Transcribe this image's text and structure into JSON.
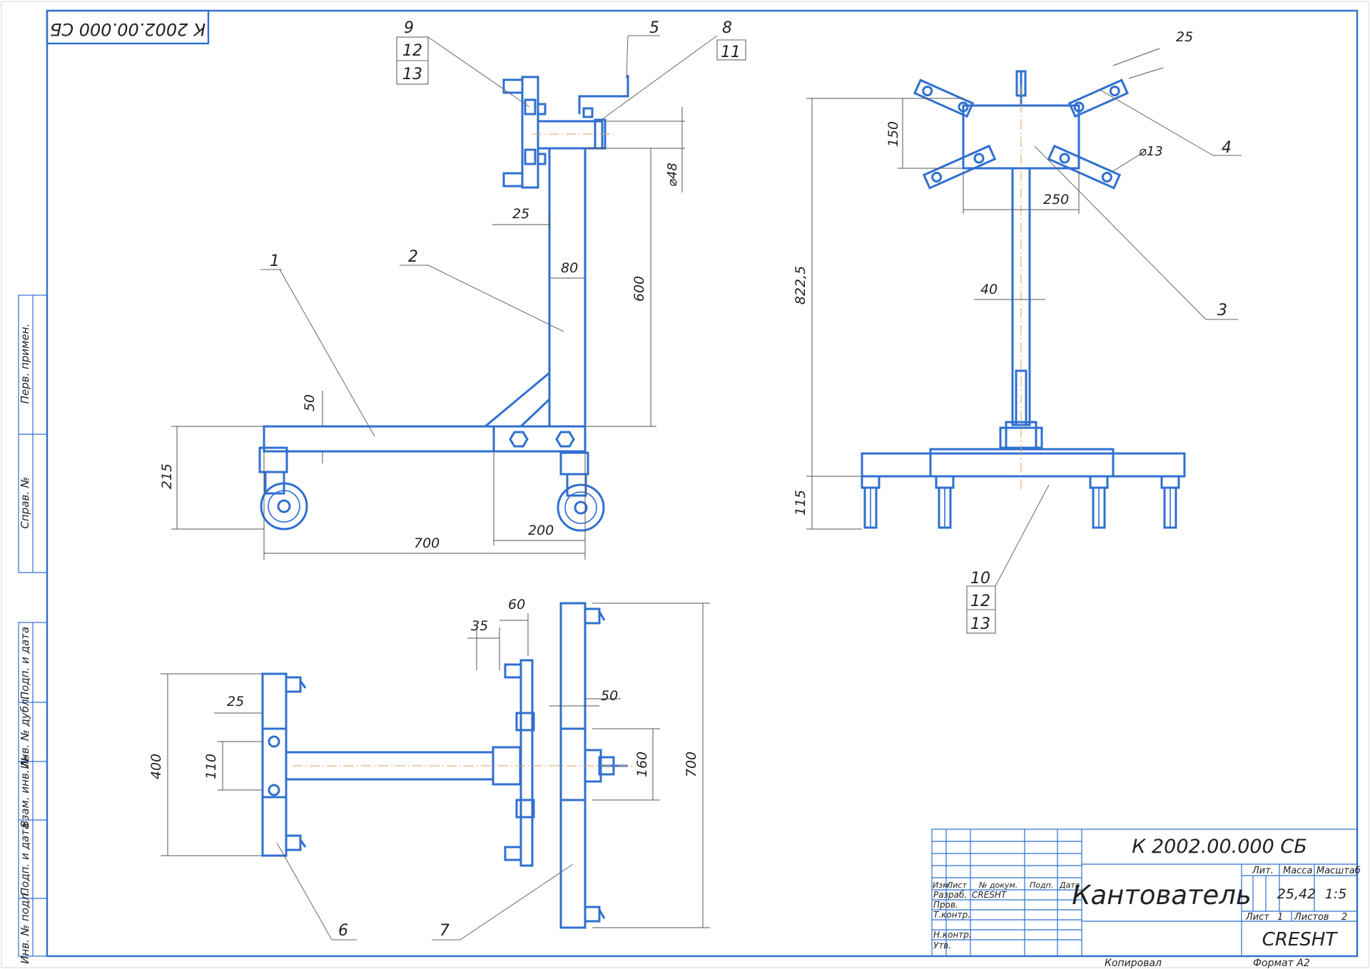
{
  "title_block": {
    "doc_code": "К 2002.00.000 СБ",
    "name": "Кантователь",
    "lit_header": "Лит.",
    "mass_header": "Масса",
    "scale_header": "Масштаб",
    "mass": "25,42",
    "scale": "1:5",
    "sheet_label": "Лист",
    "sheet_no": "1",
    "sheets_label": "Листов",
    "sheets_total": "2",
    "org": "CRESHT",
    "developer": "CRESHT",
    "rows": {
      "izm": "Изм.",
      "list": "Лист",
      "docnum": "№ докум.",
      "podp": "Подп.",
      "data": "Дата",
      "razrab": "Разраб.",
      "prov": "Пров.",
      "tkontr": "Т.контр.",
      "nkontr": "Н.контр.",
      "utv": "Утв."
    },
    "copied": "Копировал",
    "format": "Формат   А2"
  },
  "corner_code": "К 2002.00.000 СБ",
  "side_strip": {
    "perv": "Перв. примен.",
    "sprav": "Справ. №",
    "podp_data_1": "Подп. и дата",
    "inv_dubl": "Инв. № дубл.",
    "vzam": "Взам. инв. №",
    "podp_data_2": "Подп. и дата",
    "inv_podl": "Инв. № подл."
  },
  "positions": {
    "p1": "1",
    "p2": "2",
    "p3": "3",
    "p4": "4",
    "p5": "5",
    "p6": "6",
    "p7": "7",
    "p8": "8",
    "p11": "11",
    "p9": "9",
    "p12a": "12",
    "p13a": "13",
    "p10": "10",
    "p12b": "12",
    "p13b": "13"
  },
  "dimensions": {
    "front": {
      "d25": "25",
      "d80": "80",
      "d600": "600",
      "d48": "⌀48",
      "d50": "50",
      "d215": "215",
      "d700": "700",
      "d200": "200"
    },
    "side": {
      "d25": "25",
      "d150": "150",
      "d13": "⌀13",
      "d250": "250",
      "d40": "40",
      "d8225": "822,5",
      "d115": "115"
    },
    "plan": {
      "d60": "60",
      "d35": "35",
      "d50": "50",
      "d25": "25",
      "d400": "400",
      "d110": "110",
      "d160": "160",
      "d700": "700"
    }
  }
}
